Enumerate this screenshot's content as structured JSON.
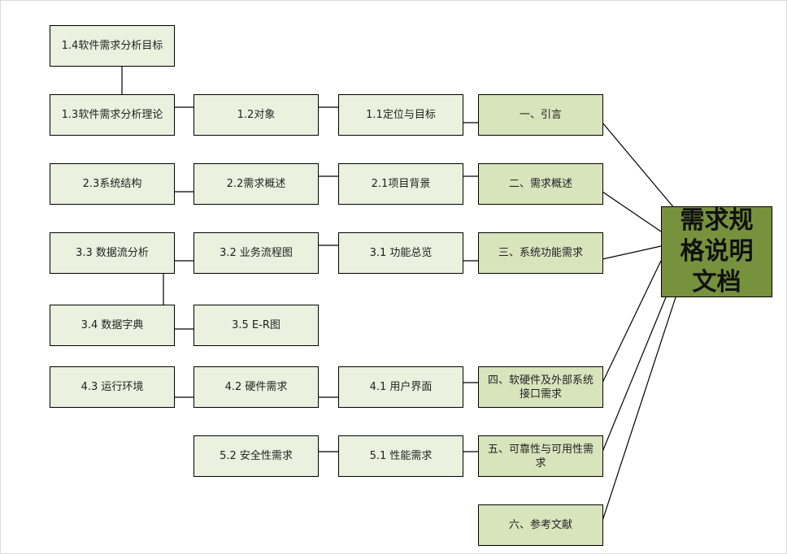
{
  "root": {
    "label": "需求规格说明文档"
  },
  "chapters": [
    {
      "label": "一、引言"
    },
    {
      "label": "二、需求概述"
    },
    {
      "label": "三、系统功能需求"
    },
    {
      "label": "四、软硬件及外部系统接口需求"
    },
    {
      "label": "五、可靠性与可用性需求"
    },
    {
      "label": "六、参考文献"
    }
  ],
  "sections": {
    "s1_1": "1.1定位与目标",
    "s1_2": "1.2对象",
    "s1_3": "1.3软件需求分析理论",
    "s1_4": "1.4软件需求分析目标",
    "s2_1": "2.1项目背景",
    "s2_2": "2.2需求概述",
    "s2_3": "2.3系统结构",
    "s3_1": "3.1 功能总览",
    "s3_2": "3.2 业务流程图",
    "s3_3": "3.3 数据流分析",
    "s3_4": "3.4 数据字典",
    "s3_5": "3.5 E-R图",
    "s4_1": "4.1 用户界面",
    "s4_2": "4.2 硬件需求",
    "s4_3": "4.3 运行环境",
    "s5_1": "5.1 性能需求",
    "s5_2": "5.2 安全性需求"
  },
  "colors": {
    "sub_fill": "#ebf1de",
    "chapter_fill": "#d7e4bc",
    "root_fill": "#76923c"
  }
}
